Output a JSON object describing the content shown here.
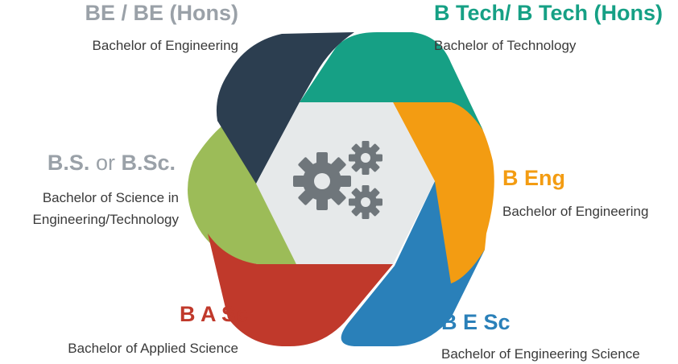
{
  "colors": {
    "navy": "#2c3e50",
    "teal": "#16a085",
    "orange": "#f39c12",
    "blue": "#2a80b9",
    "red": "#c0392b",
    "green": "#9cbc58",
    "gray_title": "#9aa1a8",
    "center_fill": "#e6e9ea",
    "gear": "#6f767b"
  },
  "center_icon": "gears-icon",
  "degrees": {
    "be": {
      "title": "BE / BE (Hons)",
      "subtitle": "Bachelor of Engineering"
    },
    "btech": {
      "title": "B Tech/ B Tech (Hons)",
      "subtitle": "Bachelor of Technology"
    },
    "bs": {
      "title_a": "B.S.",
      "title_or": "or",
      "title_b": "B.Sc.",
      "subtitle_line1": "Bachelor of Science in",
      "subtitle_line2": "Engineering/Technology"
    },
    "beng": {
      "title": "B Eng",
      "subtitle": "Bachelor of Engineering"
    },
    "basc": {
      "title": "B A Sc",
      "subtitle": "Bachelor of Applied Science"
    },
    "besc": {
      "title": "B E Sc",
      "subtitle": "Bachelor of Engineering Science"
    }
  }
}
